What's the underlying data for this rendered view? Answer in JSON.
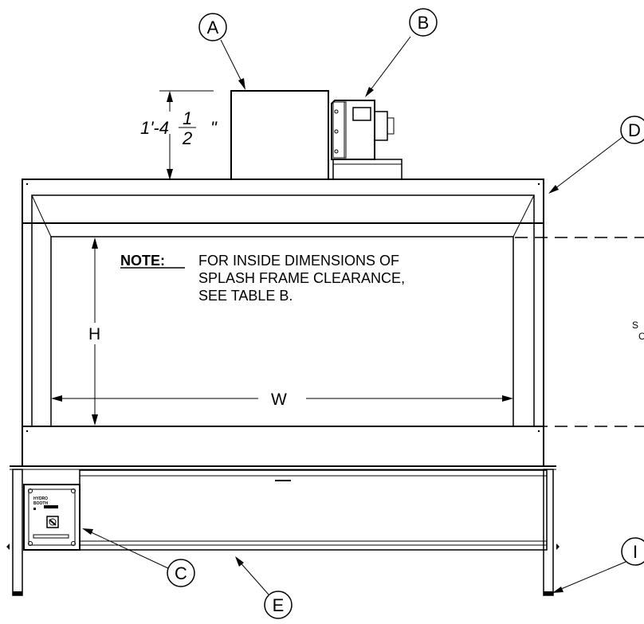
{
  "callouts": {
    "a": "A",
    "b": "B",
    "c": "C",
    "d": "D",
    "e": "E",
    "i": "I"
  },
  "dimensions": {
    "stack_whole": "1'-4",
    "stack_num": "1",
    "stack_den": "2",
    "stack_inch": "\"",
    "height": "H",
    "width": "W"
  },
  "note": {
    "heading": "NOTE:",
    "line1": "FOR INSIDE DIMENSIONS OF",
    "line2": "SPLASH FRAME CLEARANCE,",
    "line3": "SEE TABLE B."
  },
  "control_panel": {
    "line1": "HYDRO",
    "line2": "BOOTH"
  },
  "side_text": {
    "line1": "S",
    "line2": "C"
  }
}
